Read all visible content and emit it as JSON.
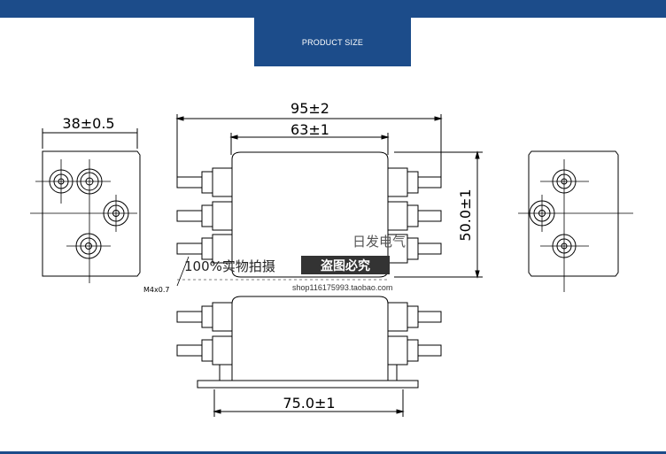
{
  "header": {
    "title": "PRODUCT SIZE"
  },
  "dimensions": {
    "side_width": "38±0.5",
    "overall_length": "95±2",
    "body_length": "63±1",
    "height": "50.0±1",
    "mount_spacing": "75.0±1",
    "thread": "M4x0.7"
  },
  "watermark": {
    "brand": "日发电气",
    "authentic": "100%实物拍摄",
    "warning": "盗图必究",
    "shop": "shop116175993.taobao.com"
  }
}
